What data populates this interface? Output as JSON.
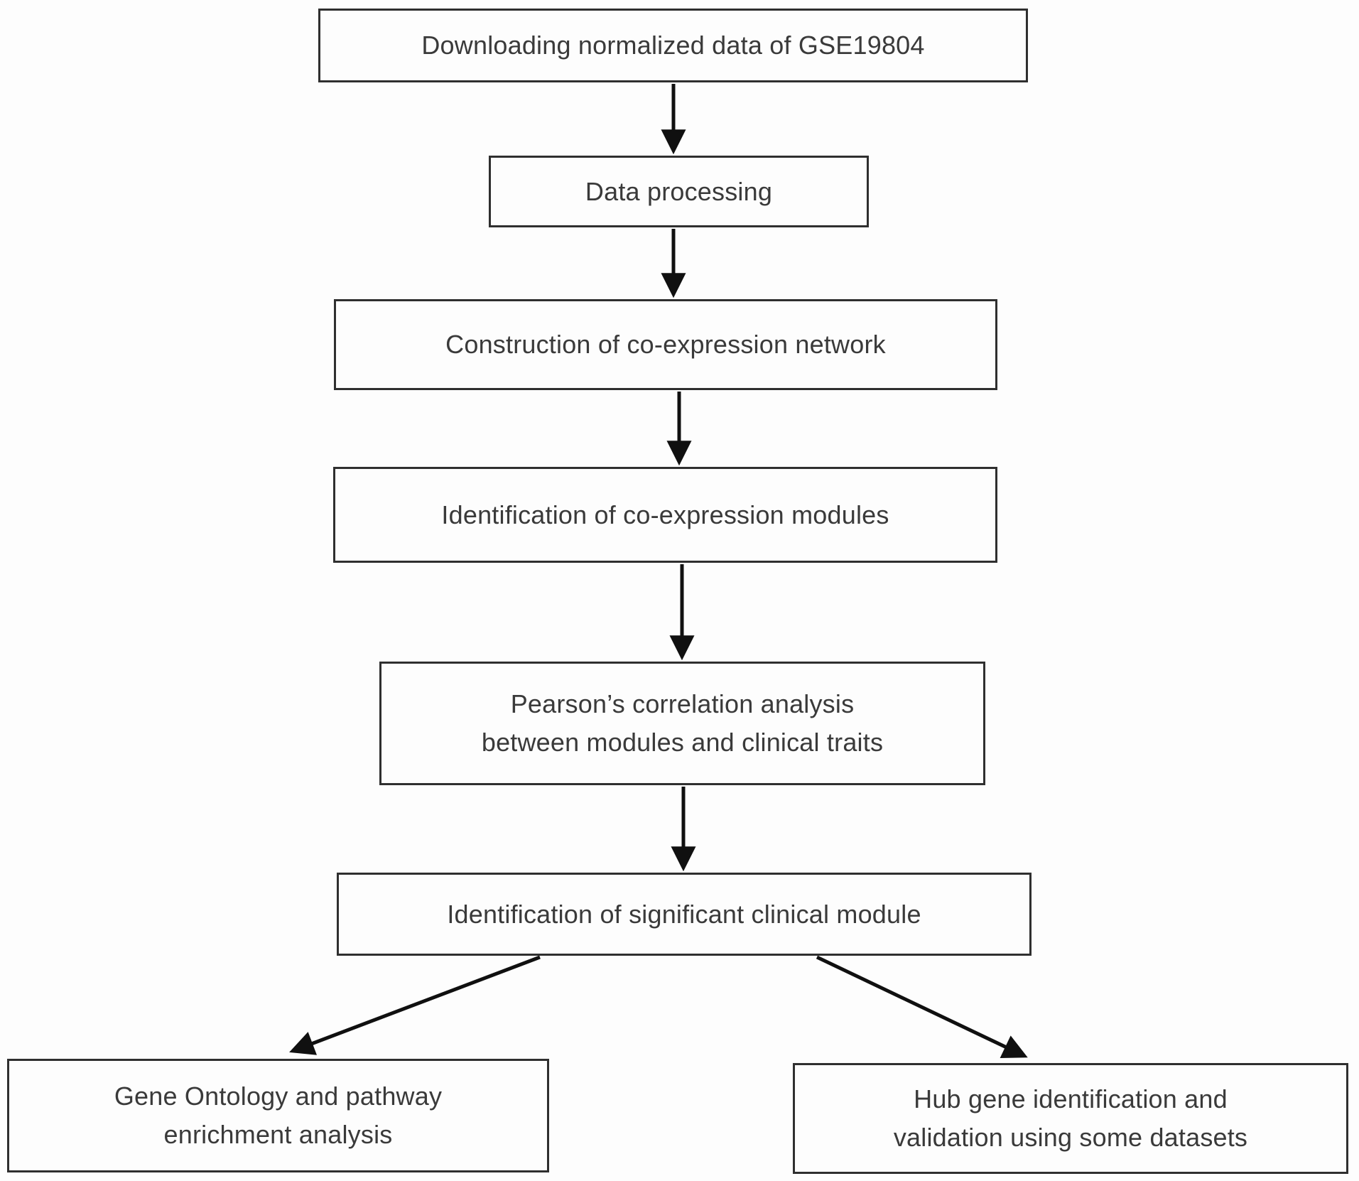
{
  "figure": {
    "type": "flowchart",
    "colors": {
      "background": "#fdfdfd",
      "box_border": "#2f2f2f",
      "text": "#3a3a3a",
      "arrow": "#101010"
    },
    "nodes": {
      "download": {
        "label": "Downloading normalized data of GSE19804"
      },
      "processing": {
        "label": "Data processing"
      },
      "network": {
        "label": "Construction of co-expression network"
      },
      "modules": {
        "label": "Identification of co-expression modules"
      },
      "pearson": {
        "line1": "Pearson’s correlation analysis",
        "line2": "between modules and clinical traits"
      },
      "clinical_module": {
        "label": "Identification of significant clinical module"
      },
      "go_pathway": {
        "line1": "Gene Ontology and pathway",
        "line2": "enrichment analysis"
      },
      "hub_gene": {
        "line1": "Hub gene identification and",
        "line2": "validation using some datasets"
      }
    },
    "edges": [
      {
        "from": "download",
        "to": "processing"
      },
      {
        "from": "processing",
        "to": "network"
      },
      {
        "from": "network",
        "to": "modules"
      },
      {
        "from": "modules",
        "to": "pearson"
      },
      {
        "from": "pearson",
        "to": "clinical_module"
      },
      {
        "from": "clinical_module",
        "to": "go_pathway"
      },
      {
        "from": "clinical_module",
        "to": "hub_gene"
      }
    ]
  }
}
